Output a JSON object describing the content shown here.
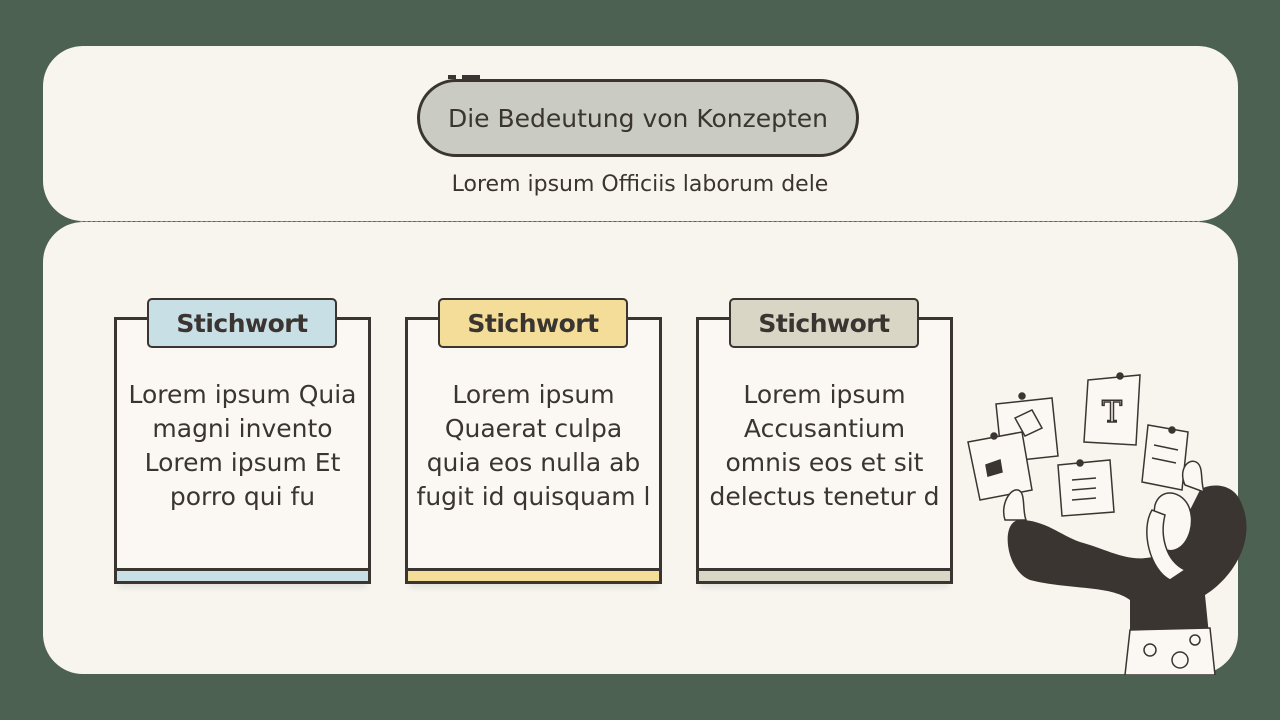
{
  "header": {
    "title": "Die Bedeutung von Konzepten",
    "subtitle": "Lorem ipsum Officiis laborum dele"
  },
  "cards": [
    {
      "tag": "Stichwort",
      "text": "Lorem ipsum Quia magni invento Lorem ipsum Et porro qui fu",
      "accent": "#c9dfe6"
    },
    {
      "tag": "Stichwort",
      "text": "Lorem ipsum Quaerat culpa quia eos nulla ab fugit id quisquam l",
      "accent": "#f3dd98"
    },
    {
      "tag": "Stichwort",
      "text": "Lorem ipsum Accusantium omnis eos et sit delectus tenetur d",
      "accent": "#d9d6c6"
    }
  ],
  "colors": {
    "background": "#4c6151",
    "panel": "#f8f5ef",
    "ink": "#3a3530",
    "title_pill": "#cacbc3"
  },
  "illustration": {
    "icon": "person-pinning-notes-illustration"
  }
}
